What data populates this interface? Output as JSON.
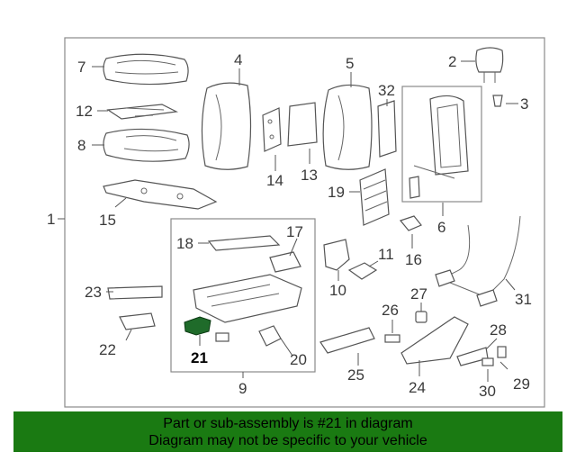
{
  "diagram": {
    "highlight_color": "#1f6b2a",
    "labels": {
      "p1": "1",
      "p2": "2",
      "p3": "3",
      "p4": "4",
      "p5": "5",
      "p6": "6",
      "p7": "7",
      "p8": "8",
      "p9": "9",
      "p10": "10",
      "p11": "11",
      "p12": "12",
      "p13": "13",
      "p14": "14",
      "p15": "15",
      "p16": "16",
      "p17": "17",
      "p18": "18",
      "p19": "19",
      "p20": "20",
      "p21": "21",
      "p22": "22",
      "p23": "23",
      "p24": "24",
      "p25": "25",
      "p26": "26",
      "p27": "27",
      "p28": "28",
      "p29": "29",
      "p30": "30",
      "p31": "31",
      "p32": "32"
    }
  },
  "banner": {
    "background": "#1a7a12",
    "line1": "Part or sub-assembly is #21 in diagram",
    "line2": "Diagram may not be specific to your vehicle"
  }
}
